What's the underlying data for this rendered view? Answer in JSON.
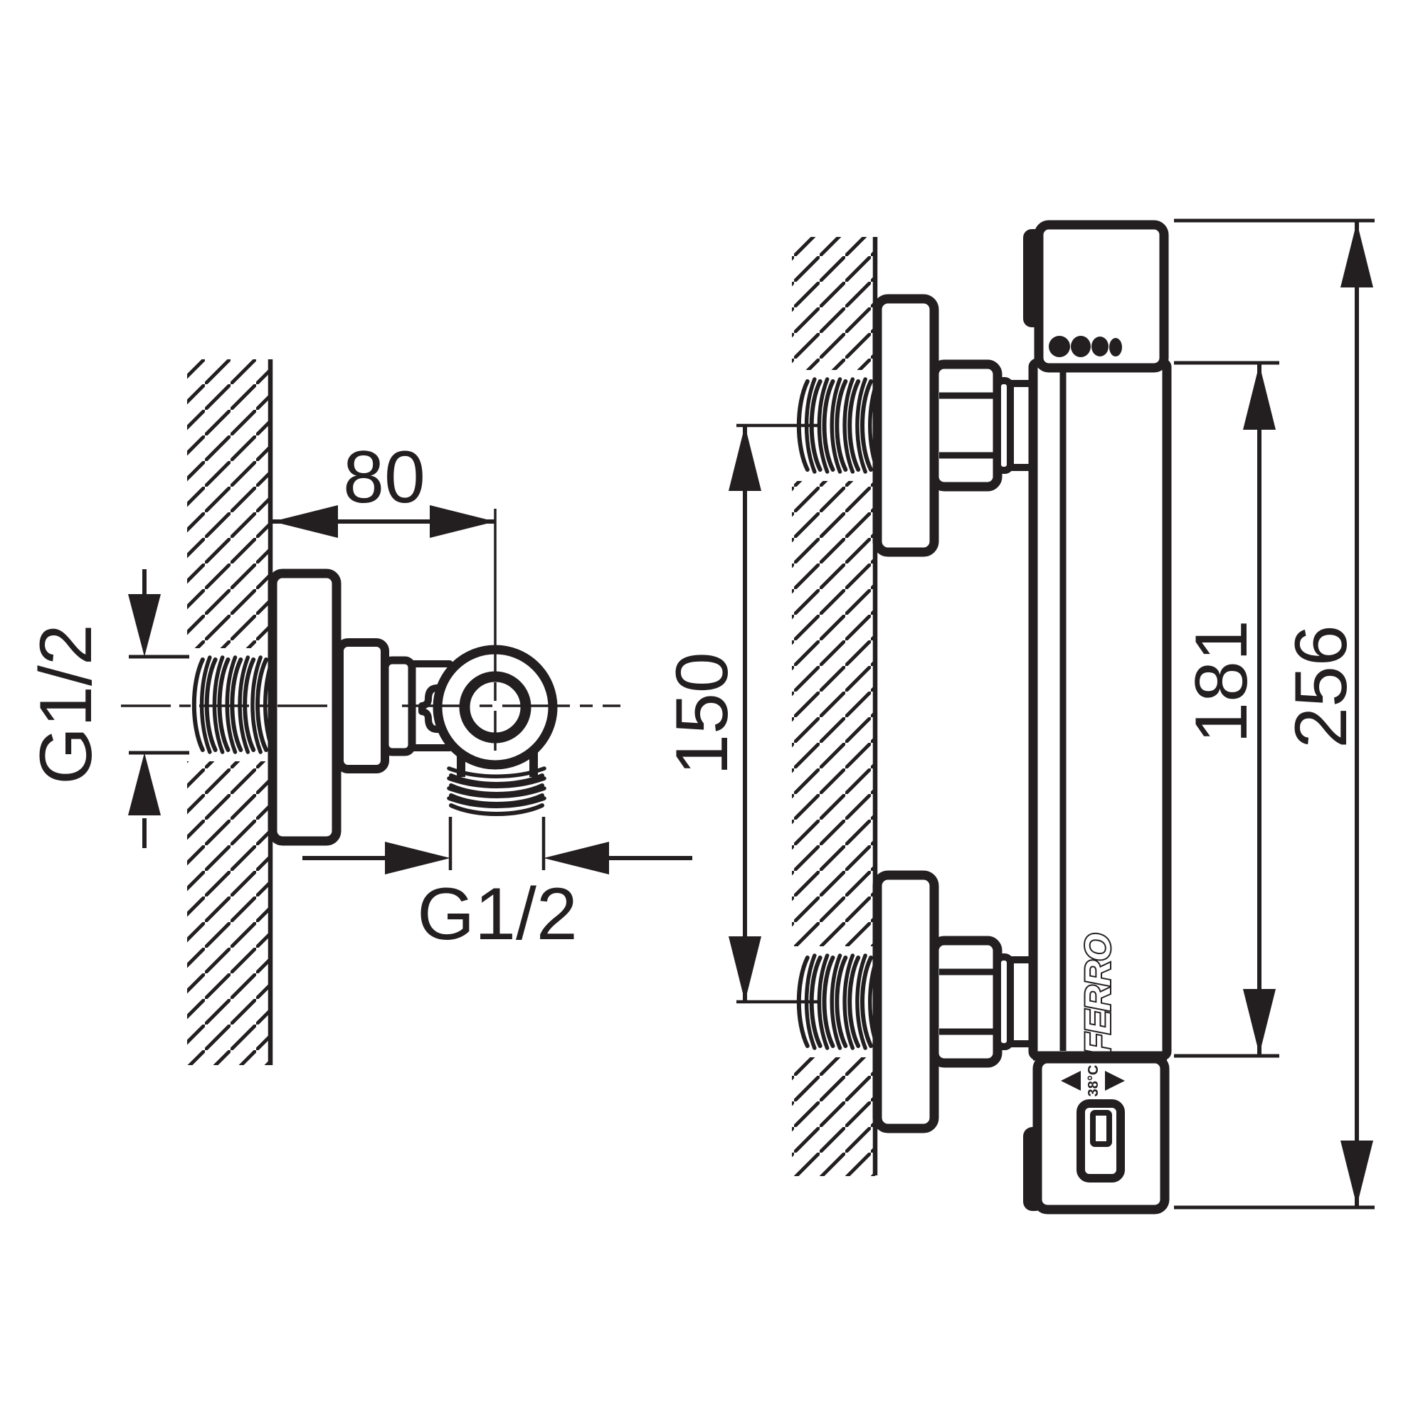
{
  "drawing": {
    "type": "technical-dimension-drawing",
    "background": "#ffffff",
    "ink": "#231f20",
    "left_view": {
      "name": "side-view-of-wall-mounted-mixer-valve",
      "labels": {
        "wall_offset": "80",
        "thread_side": "G1/2",
        "thread_bottom": "G1/2"
      }
    },
    "right_view": {
      "name": "front-view-of-thermostatic-shower-mixer",
      "brand": "FERRO",
      "temperature_mark": "38°C",
      "labels": {
        "inlet_spacing": "150",
        "body_height": "181",
        "overall_height": "256"
      }
    }
  }
}
